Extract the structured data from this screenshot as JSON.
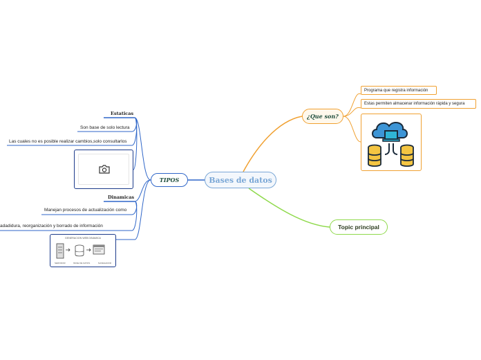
{
  "central": {
    "label": "Bases de datos"
  },
  "tipos": {
    "label": "TIPOS",
    "estaticas": {
      "title": "Estaticas",
      "items": [
        "Son base de solo lectura",
        "Las cuales no es posible realizar cambios,solo consultarlos"
      ]
    },
    "dinamicas": {
      "title": "Dinamicas",
      "items": [
        "Manejan procesos de actualización como",
        "adadidura, reorganización y borrado de información"
      ]
    },
    "diagram_image": {
      "title": "GENERACION WEB DINAMICA",
      "labels": [
        "SERVIDOR",
        "BASE DE DATOS",
        "NAVEGADOR"
      ]
    }
  },
  "queson": {
    "label": "¿Que son?",
    "items": [
      "Programa que registra información",
      "Estas permiten almacenar información rápida y segura"
    ]
  },
  "topic": {
    "label": "Topic principal"
  },
  "colors": {
    "blue": "#2f66c8",
    "orange": "#f0a030",
    "green": "#8ed94a",
    "central": "#7aa7d6"
  },
  "icons": [
    "camera-icon",
    "cloud-database-icon",
    "server-icon",
    "database-icon",
    "browser-icon"
  ]
}
